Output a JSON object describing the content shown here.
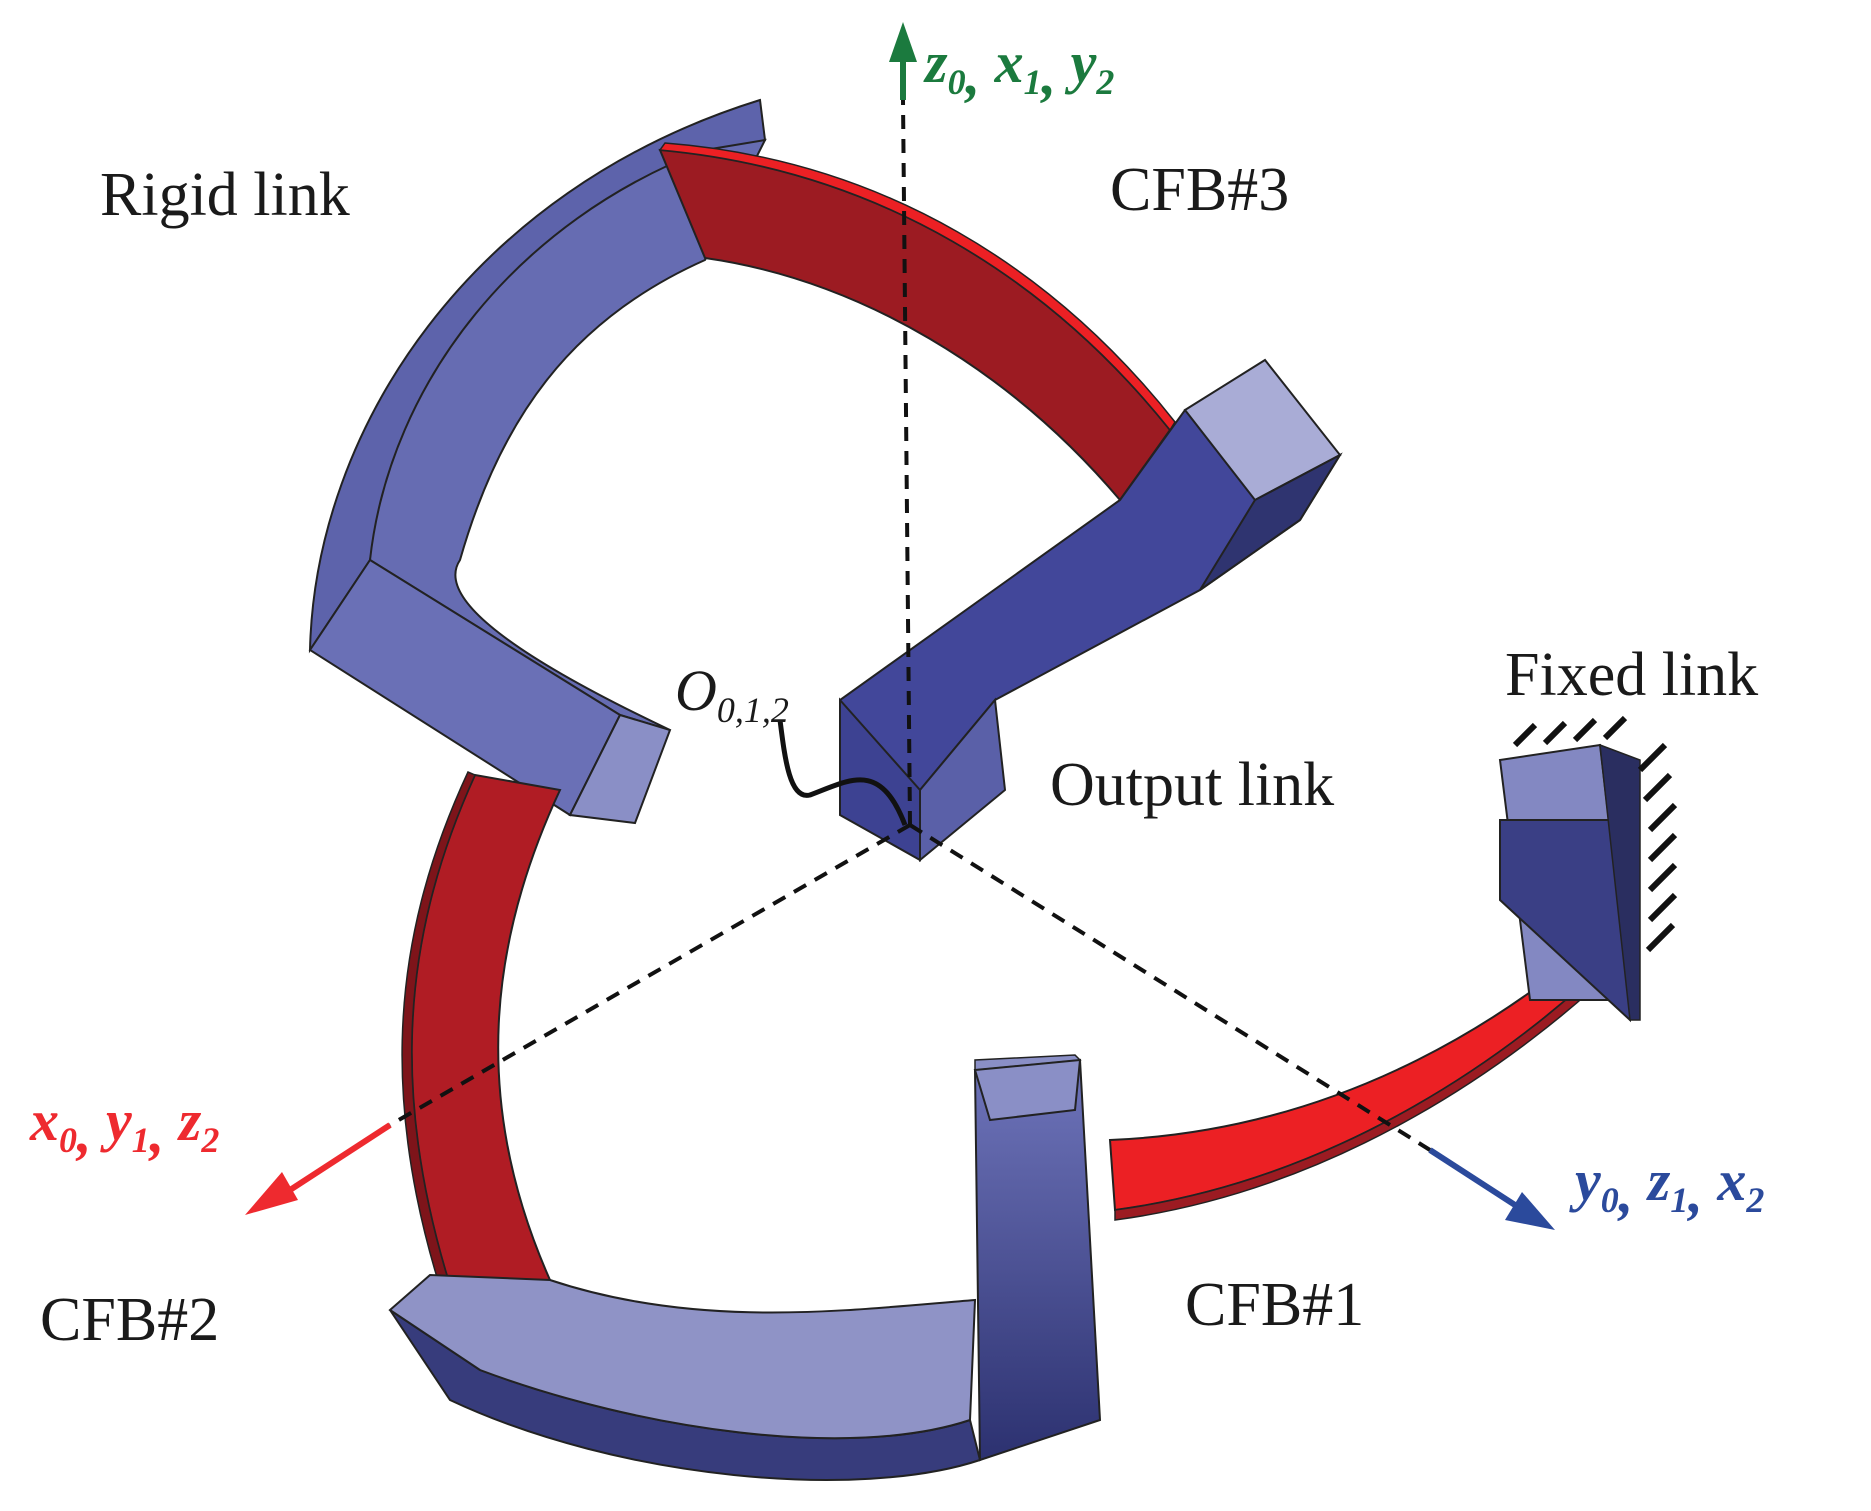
{
  "labels": {
    "rigid_link": "Rigid link",
    "cfb3": "CFB#3",
    "fixed_link": "Fixed link",
    "output_link": "Output link",
    "cfb2": "CFB#2",
    "cfb1": "CFB#1"
  },
  "origin": {
    "letter": "O",
    "subscript": "0,1,2"
  },
  "axes": {
    "vertical": {
      "parts": [
        [
          "z",
          "0"
        ],
        [
          "x",
          "1"
        ],
        [
          "y",
          "2"
        ]
      ],
      "color": "#1b7a3e"
    },
    "left": {
      "parts": [
        [
          "x",
          "0"
        ],
        [
          "y",
          "1"
        ],
        [
          "z",
          "2"
        ]
      ],
      "color": "#ee2a2f"
    },
    "right": {
      "parts": [
        [
          "y",
          "0"
        ],
        [
          "z",
          "1"
        ],
        [
          "x",
          "2"
        ]
      ],
      "color": "#2b4a9c"
    }
  },
  "colors": {
    "rigid_top": "#8f93c6",
    "rigid_side": "#666cb2",
    "rigid_dark": "#373c7c",
    "flex_bright": "#ec2024",
    "flex_dark": "#9c1b22",
    "ink": "#111111"
  }
}
